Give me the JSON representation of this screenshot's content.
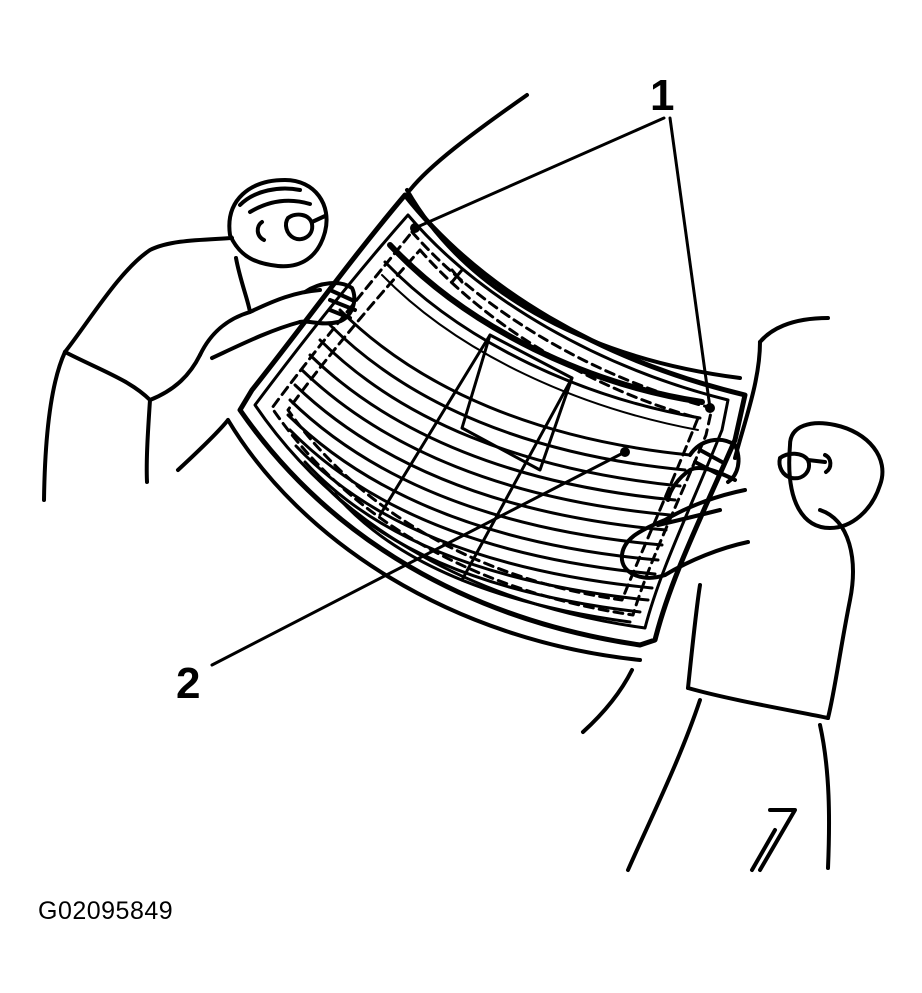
{
  "callouts": {
    "one": "1",
    "two": "2"
  },
  "figure_id": "G02095849"
}
